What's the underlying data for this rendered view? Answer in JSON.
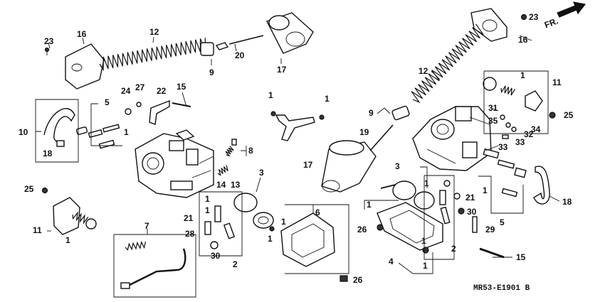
{
  "diagram_code": "MR53-E1901 B",
  "front_indicator": "FR.",
  "callouts": [
    {
      "id": "c23a",
      "text": "23"
    },
    {
      "id": "c16a",
      "text": "16"
    },
    {
      "id": "c12a",
      "text": "12"
    },
    {
      "id": "c9a",
      "text": "9"
    },
    {
      "id": "c20",
      "text": "20"
    },
    {
      "id": "c17a",
      "text": "17"
    },
    {
      "id": "c24",
      "text": "24"
    },
    {
      "id": "c27",
      "text": "27"
    },
    {
      "id": "c22",
      "text": "22"
    },
    {
      "id": "c15a",
      "text": "15"
    },
    {
      "id": "c5a",
      "text": "5"
    },
    {
      "id": "c1a",
      "text": "1"
    },
    {
      "id": "c10",
      "text": "10"
    },
    {
      "id": "c18a",
      "text": "18"
    },
    {
      "id": "c8",
      "text": "8"
    },
    {
      "id": "c14",
      "text": "14"
    },
    {
      "id": "c13",
      "text": "13"
    },
    {
      "id": "c3a",
      "text": "3"
    },
    {
      "id": "c1b",
      "text": "1"
    },
    {
      "id": "c1c",
      "text": "1"
    },
    {
      "id": "c2a",
      "text": "2"
    },
    {
      "id": "c21a",
      "text": "21"
    },
    {
      "id": "c28",
      "text": "28"
    },
    {
      "id": "c30a",
      "text": "30"
    },
    {
      "id": "c25a",
      "text": "25"
    },
    {
      "id": "c11a",
      "text": "11"
    },
    {
      "id": "c1d",
      "text": "1"
    },
    {
      "id": "c7",
      "text": "7"
    },
    {
      "id": "c6",
      "text": "6"
    },
    {
      "id": "c1e",
      "text": "1"
    },
    {
      "id": "c1f",
      "text": "1"
    },
    {
      "id": "c26a",
      "text": "26"
    },
    {
      "id": "c1g",
      "text": "1"
    },
    {
      "id": "c1h",
      "text": "1"
    },
    {
      "id": "c17b",
      "text": "17"
    },
    {
      "id": "c19",
      "text": "19"
    },
    {
      "id": "c9b",
      "text": "9"
    },
    {
      "id": "c12b",
      "text": "12"
    },
    {
      "id": "c16b",
      "text": "16"
    },
    {
      "id": "c23b",
      "text": "23"
    },
    {
      "id": "c1i",
      "text": "1"
    },
    {
      "id": "c11b",
      "text": "11"
    },
    {
      "id": "c31",
      "text": "31"
    },
    {
      "id": "c25b",
      "text": "25"
    },
    {
      "id": "c35",
      "text": "35"
    },
    {
      "id": "c34",
      "text": "34"
    },
    {
      "id": "c32",
      "text": "32"
    },
    {
      "id": "c33a",
      "text": "33"
    },
    {
      "id": "c33b",
      "text": "33"
    },
    {
      "id": "c3b",
      "text": "3"
    },
    {
      "id": "c1j",
      "text": "1"
    },
    {
      "id": "c21b",
      "text": "21"
    },
    {
      "id": "c1k",
      "text": "1"
    },
    {
      "id": "c30b",
      "text": "30"
    },
    {
      "id": "c29",
      "text": "29"
    },
    {
      "id": "c26b",
      "text": "26"
    },
    {
      "id": "c1l",
      "text": "1"
    },
    {
      "id": "c4",
      "text": "4"
    },
    {
      "id": "c1m",
      "text": "1"
    },
    {
      "id": "c2b",
      "text": "2"
    },
    {
      "id": "c1n",
      "text": "1"
    },
    {
      "id": "c5b",
      "text": "5"
    },
    {
      "id": "c18b",
      "text": "18"
    },
    {
      "id": "c15b",
      "text": "15"
    }
  ]
}
